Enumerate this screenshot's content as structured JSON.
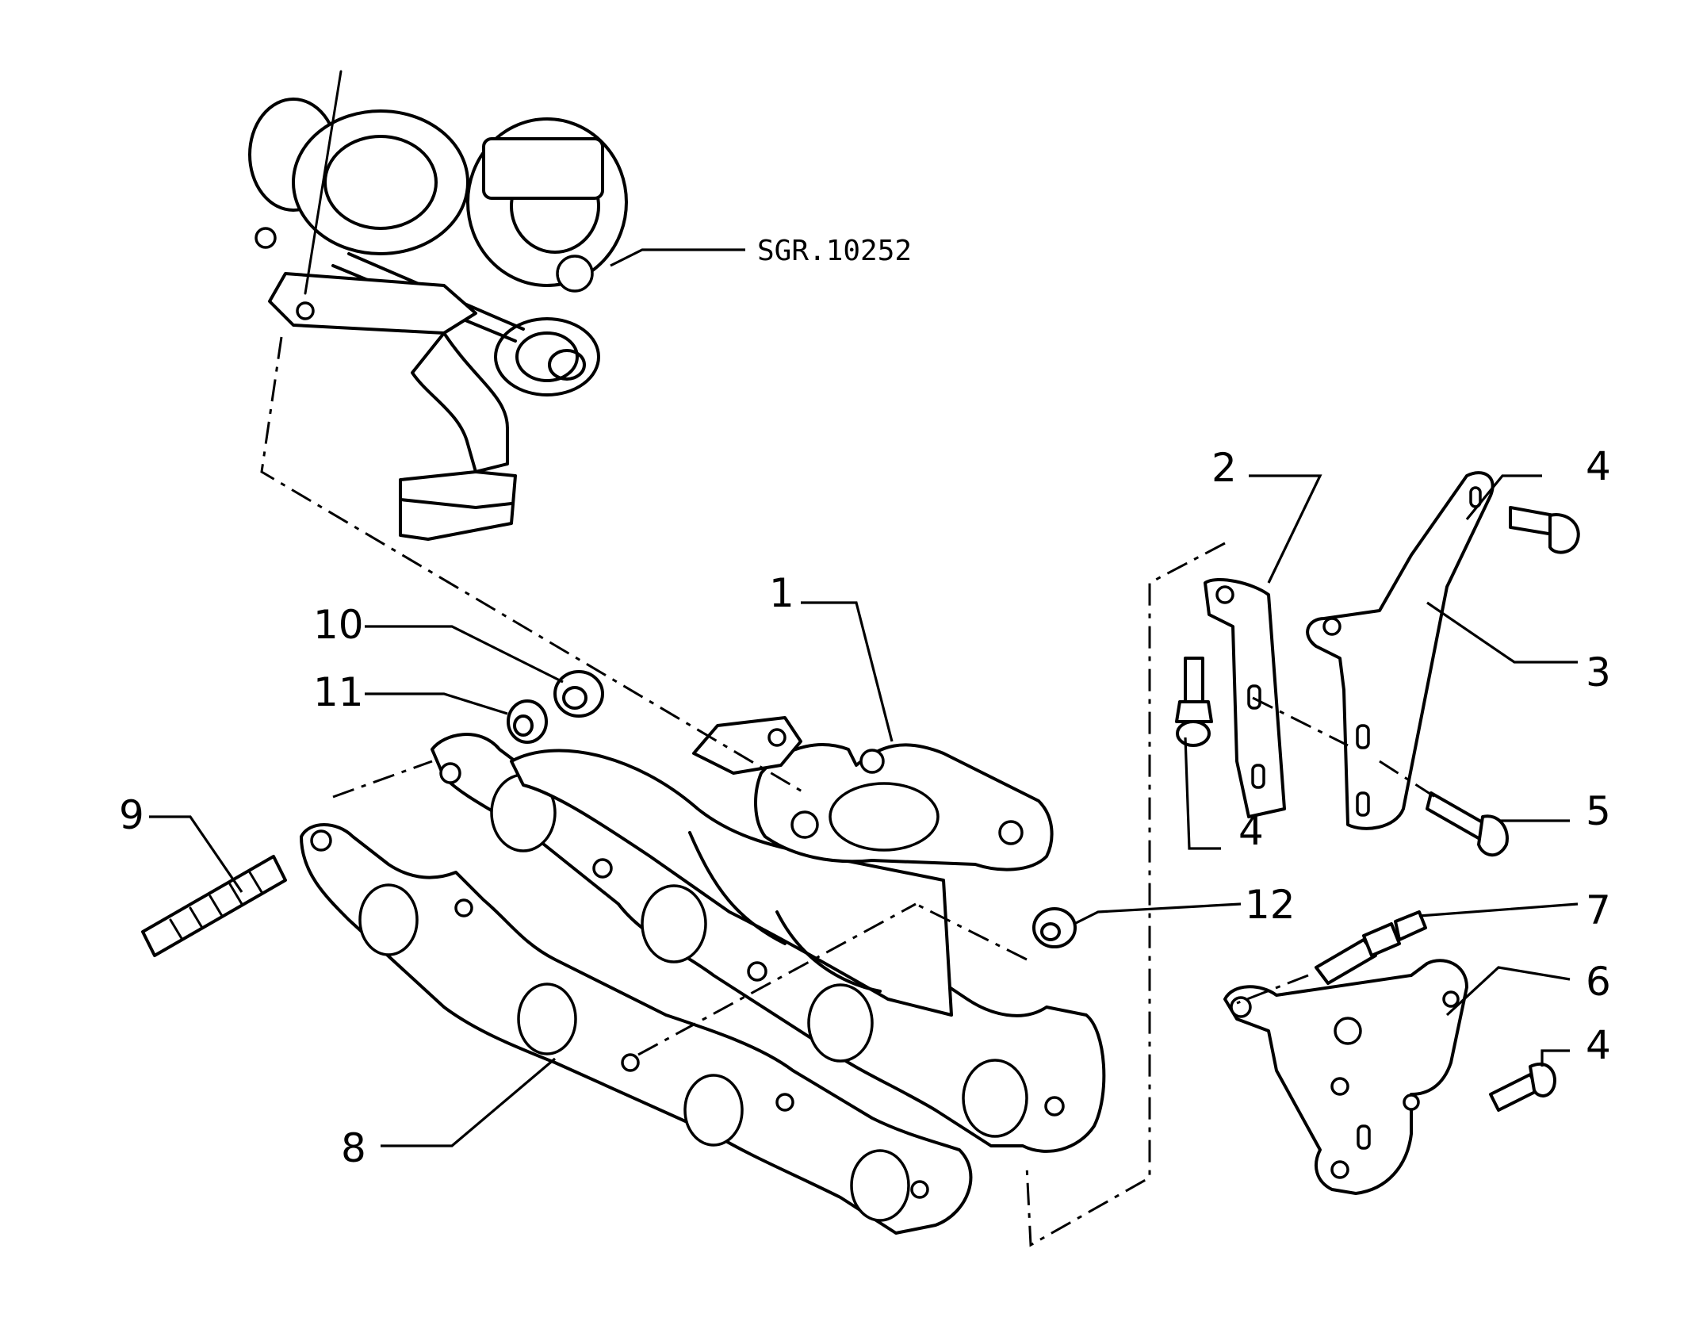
{
  "reference": {
    "code": "SGR.10252"
  },
  "callouts": [
    {
      "number": "1"
    },
    {
      "number": "2"
    },
    {
      "number": "3"
    },
    {
      "number": "4"
    },
    {
      "number": "4"
    },
    {
      "number": "4"
    },
    {
      "number": "5"
    },
    {
      "number": "6"
    },
    {
      "number": "7"
    },
    {
      "number": "8"
    },
    {
      "number": "9"
    },
    {
      "number": "10"
    },
    {
      "number": "11"
    },
    {
      "number": "12"
    }
  ]
}
